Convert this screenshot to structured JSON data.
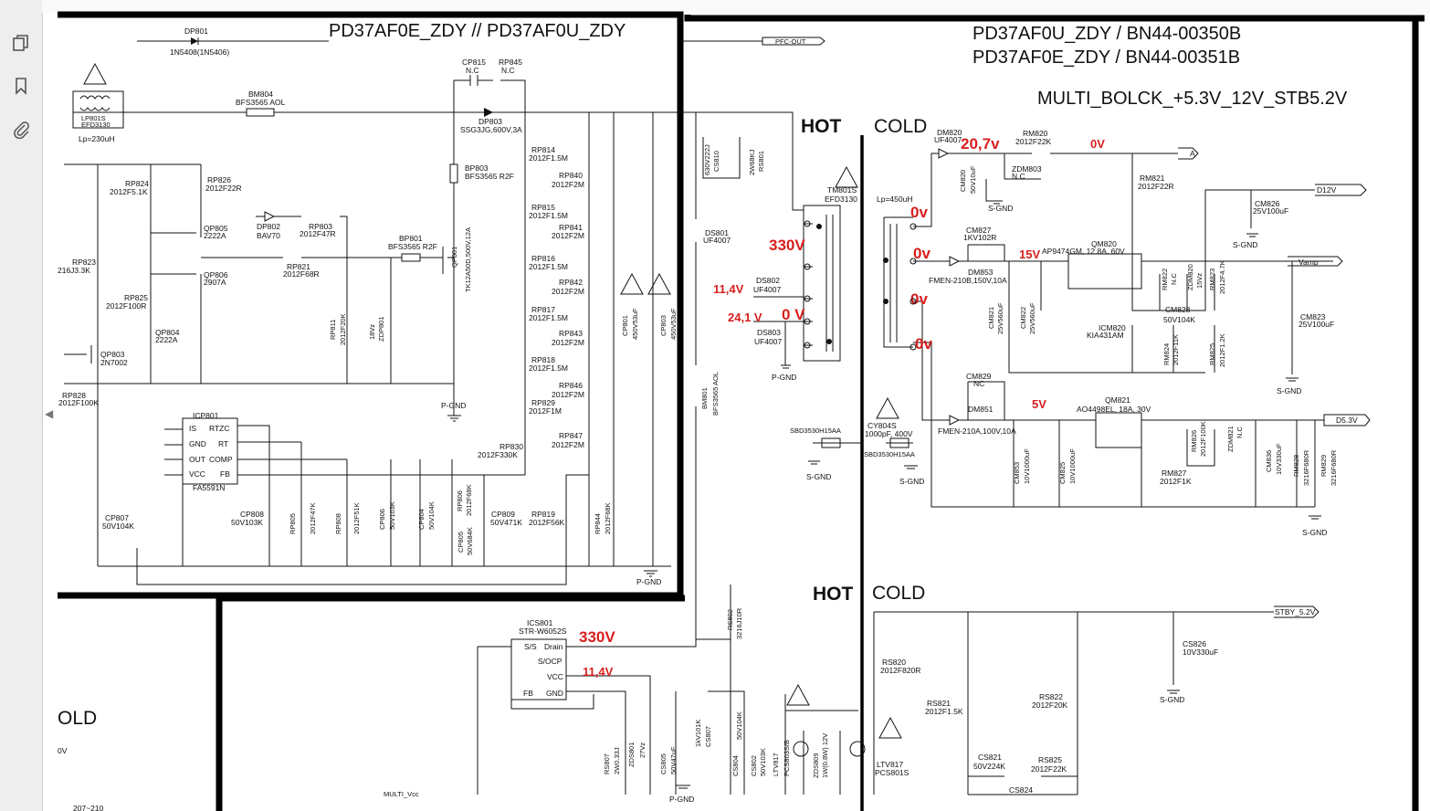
{
  "sidebar": {
    "items": [
      {
        "name": "pages-icon"
      },
      {
        "name": "bookmark-icon"
      },
      {
        "name": "attachment-icon"
      }
    ]
  },
  "schematic": {
    "title_left": "PD37AF0E_ZDY // PD37AF0U_ZDY",
    "title_right_1": "PD37AF0U_ZDY / BN44-00350B",
    "title_right_2": "PD37AF0E_ZDY / BN44-00351B",
    "block_title": "MULTI_BOLCK_+5.3V_12V_STB5.2V",
    "hot_1": "HOT",
    "cold_1": "COLD",
    "hot_2": "HOT",
    "cold_2": "COLD",
    "cold_left": "OLD",
    "voltages": {
      "v330_a": "330V",
      "v0_top": "0V",
      "v20_7": "20,7v",
      "v0v_5t": "0v",
      "v0v_4t": "0v",
      "v0v_3t": "0v",
      "v0v_bottom": "0v",
      "v15": "15V",
      "v5": "5V",
      "v11_4_a": "11,4V",
      "v24_1": "24,1 V",
      "v0_mid": "0 V",
      "v330_b": "330V",
      "v11_4_b": "11,4V"
    },
    "nets": {
      "pfc_out": "PFC-OUT",
      "a": "A",
      "d12v": "D12V",
      "vamp": "Vamp",
      "d53v": "D5.3V",
      "stby": "STBY_5.2V",
      "multi_vcc": "MULTI_Vcc",
      "s_gnd": "S-GND",
      "p_gnd": "P-GND"
    },
    "labels": {
      "dp801": "DP801",
      "dp801_v": "1N5408(1N5406)",
      "lp801": "LP801S",
      "lp801_v": "EFD3130",
      "lp_val": "Lp=230uH",
      "bm804": "BM804",
      "bm804_v": "BFS3565 AOL",
      "cp815": "CP815",
      "cp815_v": "N.C",
      "rp845": "RP845",
      "rp845_v": "N.C",
      "dp803": "DP803",
      "dp803_v": "SSG3JG,600V,3A",
      "bp803": "BP803",
      "bp803_v": "BFS3565 R2F",
      "rp814": "RP814",
      "rp814_v": "2012F1.5M",
      "rp840": "RP840",
      "rp840_v": "2012F2M",
      "rp815": "RP815",
      "rp815_v": "2012F1.5M",
      "rp841": "RP841",
      "rp841_v": "2012F2M",
      "rp816": "RP816",
      "rp816_v": "2012F1.5M",
      "rp842": "RP842",
      "rp842_v": "2012F2M",
      "rp817": "RP817",
      "rp817_v": "2012F1.5M",
      "rp843": "RP843",
      "rp843_v": "2012F2M",
      "rp818": "RP818",
      "rp818_v": "2012F1.5M",
      "rp846": "RP846",
      "rp846_v": "2012F2M",
      "rp829": "RP829",
      "rp829_v": "2012F1M",
      "rp847": "RP847",
      "rp847_v": "2012F2M",
      "rp830": "RP830",
      "rp830_v": "2012F330K",
      "rp826": "RP826",
      "rp826_v": "2012F22R",
      "rp824": "RP824",
      "rp824_v": "2012F5.1K",
      "qp805": "QP805",
      "qp805_v": "2222A",
      "qp806": "QP806",
      "qp806_v": "2907A",
      "dp802": "DP802",
      "dp802_v": "BAV70",
      "rp803": "RP803",
      "rp803_v": "2012F47R",
      "rp821": "RP821",
      "rp821_v": "2012F68R",
      "bp801": "BP801",
      "bp801_v": "BFS3565 R2F",
      "qp801": "QP801",
      "qp801_v": "TK12A50D,500V,12A",
      "rp823": "RP823",
      "rp823_v": "216J3.3K",
      "rp825": "RP825",
      "rp825_v": "2012F100R",
      "qp804": "QP804",
      "qp804_v": "2222A",
      "qp803": "QP803",
      "qp803_v": "2N7002",
      "rp828": "RP828",
      "rp828_v": "2012F100K",
      "rp811": "RP811",
      "rp811_v": "2012F20K",
      "zdp801": "ZDP801",
      "zdp801_v": "18Vz",
      "icp801": "ICP801",
      "icp801_v": "FA5591N",
      "pin_is": "IS",
      "pin_gnd": "GND",
      "pin_out": "OUT",
      "pin_vcc": "VCC",
      "pin_rtzc": "RTZC",
      "pin_rt": "RT",
      "pin_comp": "COMP",
      "pin_fb": "FB",
      "cp807": "CP807",
      "cp807_v": "50V104K",
      "cp808": "CP808",
      "cp808_v": "50V103K",
      "rp805": "RP805",
      "rp805_v": "2012F47K",
      "rp808": "RP808",
      "rp808_v": "2012F51K",
      "cp806": "CP806",
      "cp806_v": "50V103K",
      "cp804": "CP804",
      "cp804_v": "50V104K",
      "rp806": "RP806",
      "rp806_v": "2012F68K",
      "cp805": "CP805",
      "cp805_v": "50V684K",
      "cp809": "CP809",
      "cp809_v": "50V471K",
      "rp819": "RP819",
      "rp819_v": "2012F56K",
      "rp844": "RP844",
      "rp844_v": "2012F68K",
      "cp801": "CP801",
      "cp801_v": "450V53uF",
      "cp803": "CP803",
      "cp803_v": "450V53uF",
      "cs810": "CS810",
      "cs810_v": "630V222J",
      "rs801": "RS801",
      "rs801_v": "2W68KJ",
      "ds801": "DS801",
      "ds801_v": "UF4007",
      "tm801": "TM801S",
      "tm801_v": "EFD3130",
      "lp450": "Lp=450uH",
      "ds802": "DS802",
      "ds802_v": "UF4007",
      "ds803": "DS803",
      "ds803_v": "UF4007",
      "bm801": "BM801",
      "bm801_v": "BFS3565 AOL",
      "sbd1": "SBD3530H15AA",
      "sbd2": "SBD3530H15AA",
      "cy804": "CY804S",
      "cy804_v": "1000pF, 400V",
      "dm820": "DM820",
      "dm820_v": "UF4007",
      "rm820": "RM820",
      "rm820_v": "2012F22K",
      "cm820": "CM820",
      "cm820_v": "50V10uF",
      "zdm803": "ZDM803",
      "zdm803_v": "N.C",
      "rm821": "RM821",
      "rm821_v": "2012F22R",
      "cm827": "CM827",
      "cm827_v": "1KV102R",
      "dm853": "DM853",
      "dm853_v": "FMEN-210B,150V,10A",
      "qm820": "QM820",
      "qm820_v": "AP9474GM, 12.8A, 60V",
      "cm826": "CM826",
      "cm826_v": "25V100uF",
      "rm822": "RM822",
      "rm822_v": "N.C",
      "zdm820": "ZDM820",
      "zdm820_v": "15Vz",
      "rm823": "RM823",
      "rm823_v": "2012F4.7K",
      "cm821": "CM821",
      "cm821_v": "25V560uF",
      "cm822": "CM822",
      "cm822_v": "25V560uF",
      "cm828": "CM828",
      "cm828_v": "50V104K",
      "icm820": "ICM820",
      "icm820_v": "KIA431AM",
      "rm824": "RM824",
      "rm824_v": "2012F11K",
      "rm825": "RM825",
      "rm825_v": "2012F1.2K",
      "cm823": "CM823",
      "cm823_v": "25V100uF",
      "cm829": "CM829",
      "cm829_v": "NC",
      "dm851": "DM851",
      "dm851_v": "FMEN-210A,100V,10A",
      "qm821": "QM821",
      "qm821_v": "AO4498EL, 18A, 30V",
      "cm853": "CM853",
      "cm853_v": "10V1000uF",
      "cm825": "CM825",
      "cm825_v": "10V1000uF",
      "rm826": "RM826",
      "rm826_v": "2012F100K",
      "zdm821": "ZDM821",
      "zdm821_v": "N.C",
      "rm827": "RM827",
      "rm827_v": "2012F1K",
      "cm836": "CM836",
      "cm836_v": "10V330uF",
      "rm828": "RM828",
      "rm828_v": "3216F680R",
      "rm829": "RM829",
      "rm829_v": "3216F680R",
      "ics801": "ICS801",
      "ics801_v": "STR-W6052S",
      "pin_ss": "S/S",
      "pin_drain": "Drain",
      "pin_socp": "S/OCP",
      "pin_vcc2": "VCC",
      "pin_fb2": "FB",
      "pin_gnd2": "GND",
      "rs802": "RS802",
      "rs802_v": "3216J10R",
      "rs807": "RS807",
      "rs807_v": "2W0.33J",
      "zds801": "ZDS801",
      "zds801_v": "27Vz",
      "cs805": "CS805",
      "cs805_v": "50V47uF",
      "cs807": "CS807",
      "cs807_v": "1kV101K",
      "cs804": "CS804",
      "cs804_v": "50V104K",
      "cs802": "CS802",
      "cs802_v": "50V103K",
      "ltv817_a": "LTV817",
      "ltv817_a_v": "PCS803S/B",
      "zds809": "ZDS809",
      "zds809_v": "1W(0.8W) 12V",
      "ltv817_b": "LTV817",
      "ltv817_b_v": "PCS801S",
      "rs820": "RS820",
      "rs820_v": "2012F820R",
      "rs821": "RS821",
      "rs821_v": "2012F1.5K",
      "rs822": "RS822",
      "rs822_v": "2012F20K",
      "cs826": "CS826",
      "cs826_v": "10V330uF",
      "cs821": "CS821",
      "cs821_v": "50V224K",
      "rs825": "RS825",
      "rs825_v": "2012F22K",
      "cs824": "CS824",
      "page_ref": "207~210",
      "left_v": "0V"
    }
  }
}
